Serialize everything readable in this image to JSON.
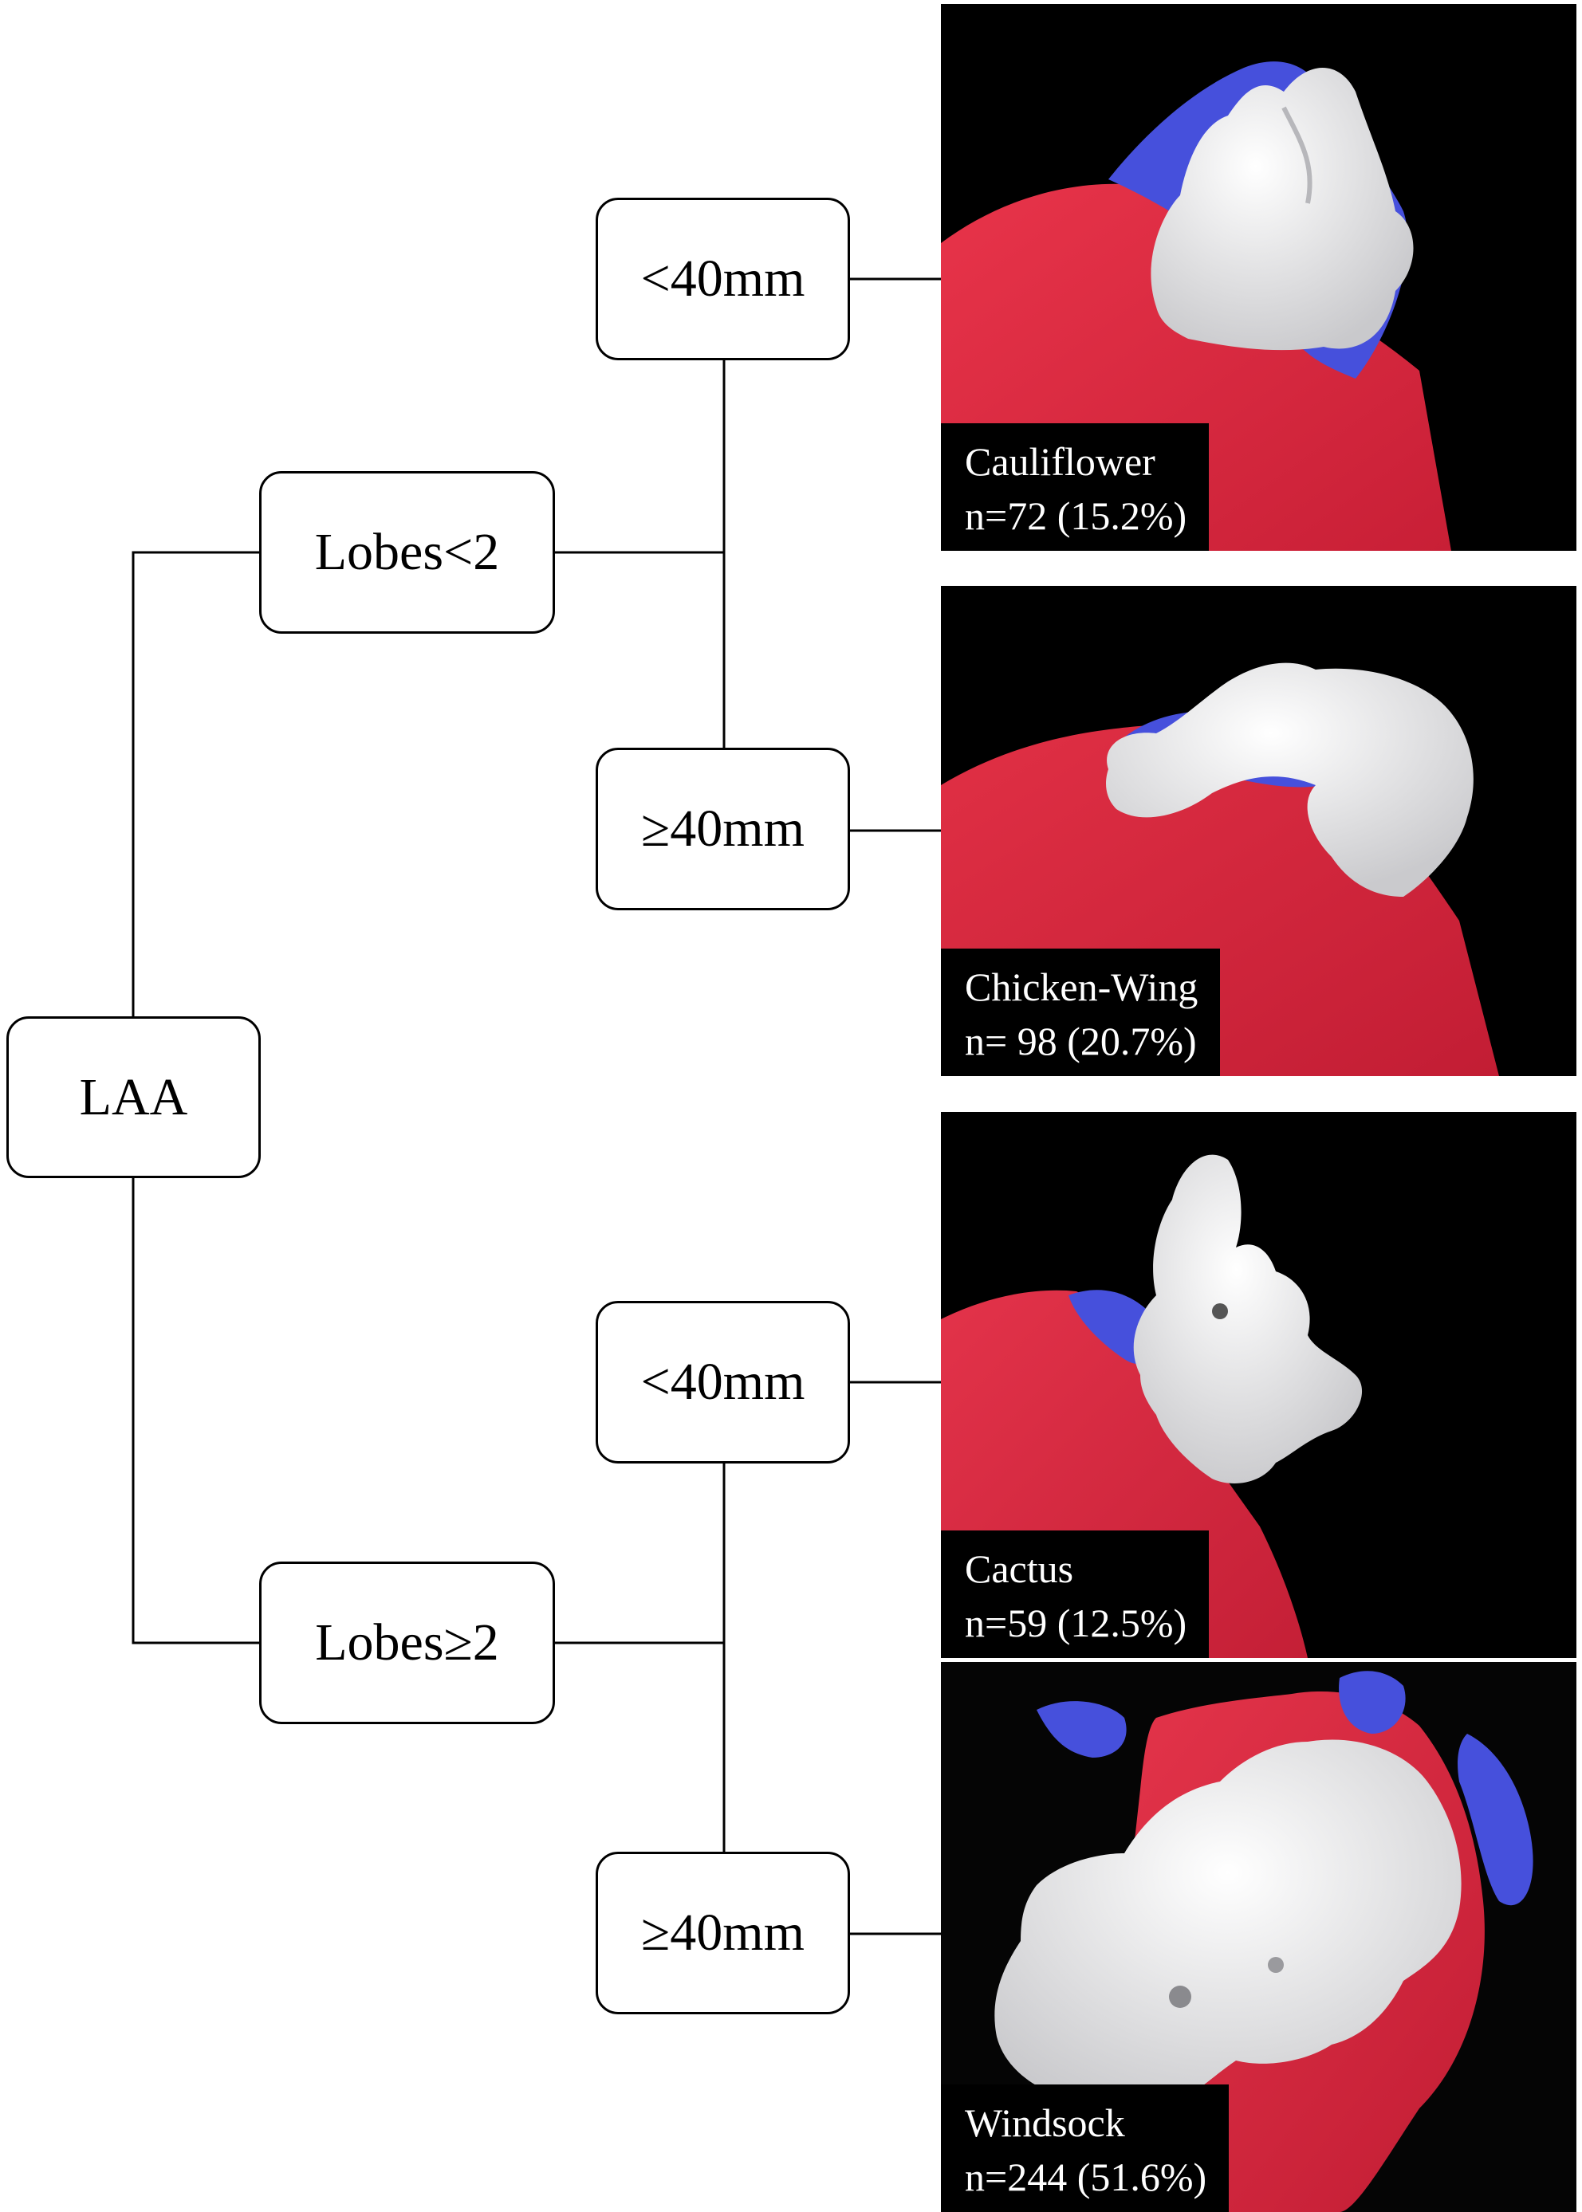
{
  "root": {
    "label": "LAA"
  },
  "branches": [
    {
      "label": "Lobes<2",
      "children": [
        {
          "label": "<40mm",
          "type": "Cauliflower",
          "count": "n=72 (15.2%)"
        },
        {
          "label": "≥40mm",
          "type": "Chicken-Wing",
          "count": "n= 98 (20.7%)"
        }
      ]
    },
    {
      "label": "Lobes≥2",
      "children": [
        {
          "label": "<40mm",
          "type": "Cactus",
          "count": "n=59 (12.5%)"
        },
        {
          "label": "≥40mm",
          "type": "Windsock",
          "count": "n=244 (51.6%)"
        }
      ]
    }
  ],
  "colors": {
    "atrium": "#e0283f",
    "vessel": "#4148d8",
    "appendage": "#f0f0f0",
    "background": "#000000",
    "line": "#000000"
  },
  "image_content": "3D renderings of left atrial appendage morphologies"
}
